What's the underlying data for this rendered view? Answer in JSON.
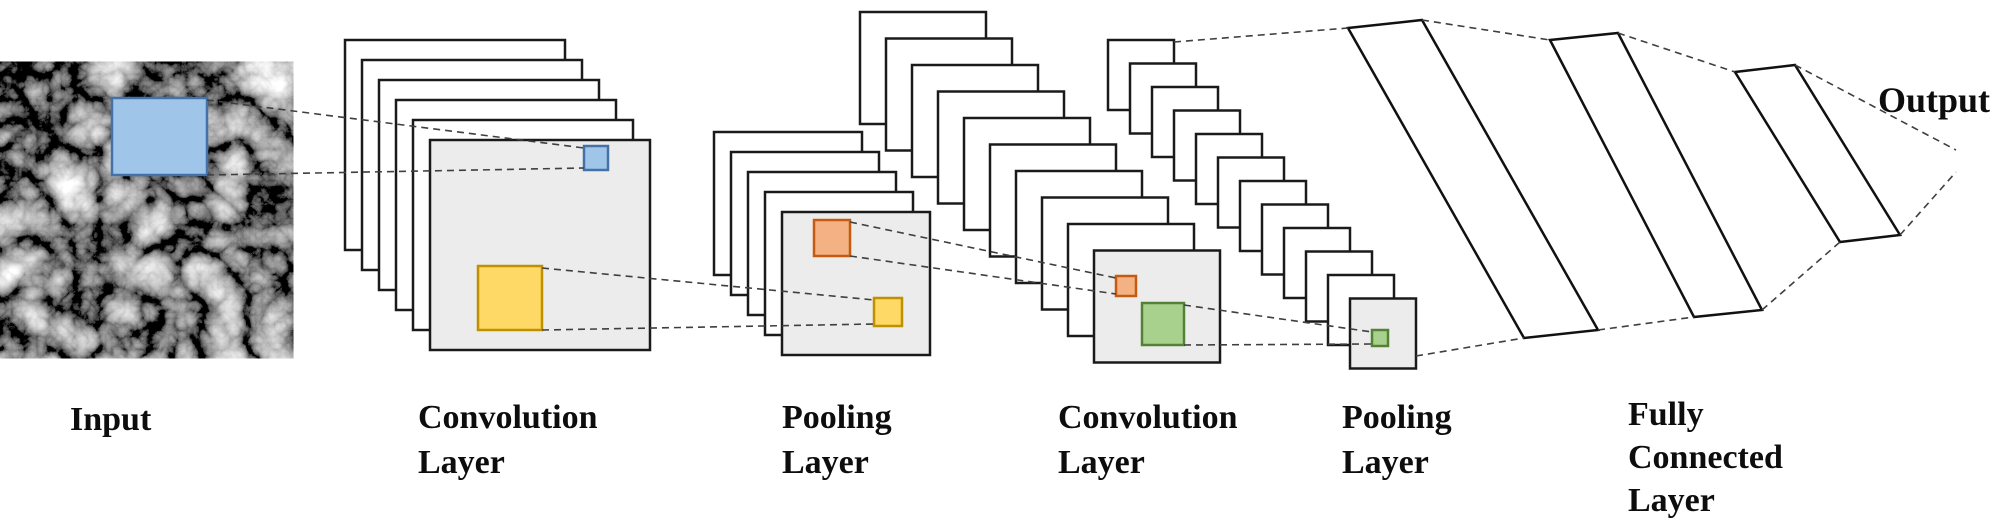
{
  "figure": {
    "subject": "Convolutional Neural Network architecture diagram",
    "flow": [
      "Input",
      "Convolution Layer",
      "Pooling Layer",
      "Convolution Layer",
      "Pooling Layer",
      "Fully Connected Layer",
      "Output"
    ]
  },
  "labels": {
    "input": "Input",
    "conv1_line1": "Convolution",
    "conv1_line2": "Layer",
    "pool1_line1": "Pooling",
    "pool1_line2": "Layer",
    "conv2_line1": "Convolution",
    "conv2_line2": "Layer",
    "pool2_line1": "Pooling",
    "pool2_line2": "Layer",
    "fc_line1": "Fully",
    "fc_line2": "Connected",
    "fc_line3": "Layer",
    "output": "Output"
  },
  "stacks": {
    "conv1_maps": 6,
    "pool1_maps": 5,
    "conv2_maps": 10,
    "pool2_maps": 12,
    "fc_bars": 3
  },
  "colors": {
    "background": "#ffffff",
    "map_front_fill": "#ececec",
    "map_back_fill": "#ffffff",
    "outline": "#1a1a1a",
    "dashed_line": "#3f3f3f",
    "blue_fill": "#9fc5e8",
    "blue_stroke": "#4472a8",
    "yellow_fill": "#ffd966",
    "yellow_stroke": "#bf9000",
    "orange_fill": "#f4b183",
    "orange_stroke": "#c55a11",
    "green_fill": "#a9d18e",
    "green_stroke": "#538135"
  }
}
